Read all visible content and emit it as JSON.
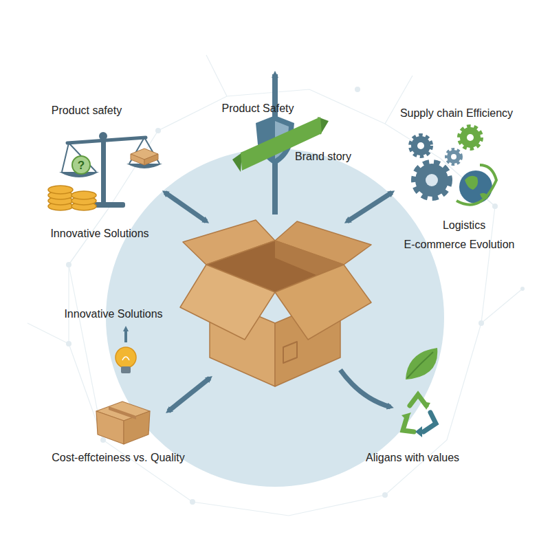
{
  "diagram": {
    "labels": [
      "Product safety",
      "Product Safety",
      "Supply chain Efficiency",
      "Brand story",
      "?",
      "Innovative Solutions",
      "Logistics",
      "E-commerce Evolution",
      "Innovative Solutions",
      "Cost-effcteiness vs. Quality",
      "Aligans with values"
    ]
  }
}
